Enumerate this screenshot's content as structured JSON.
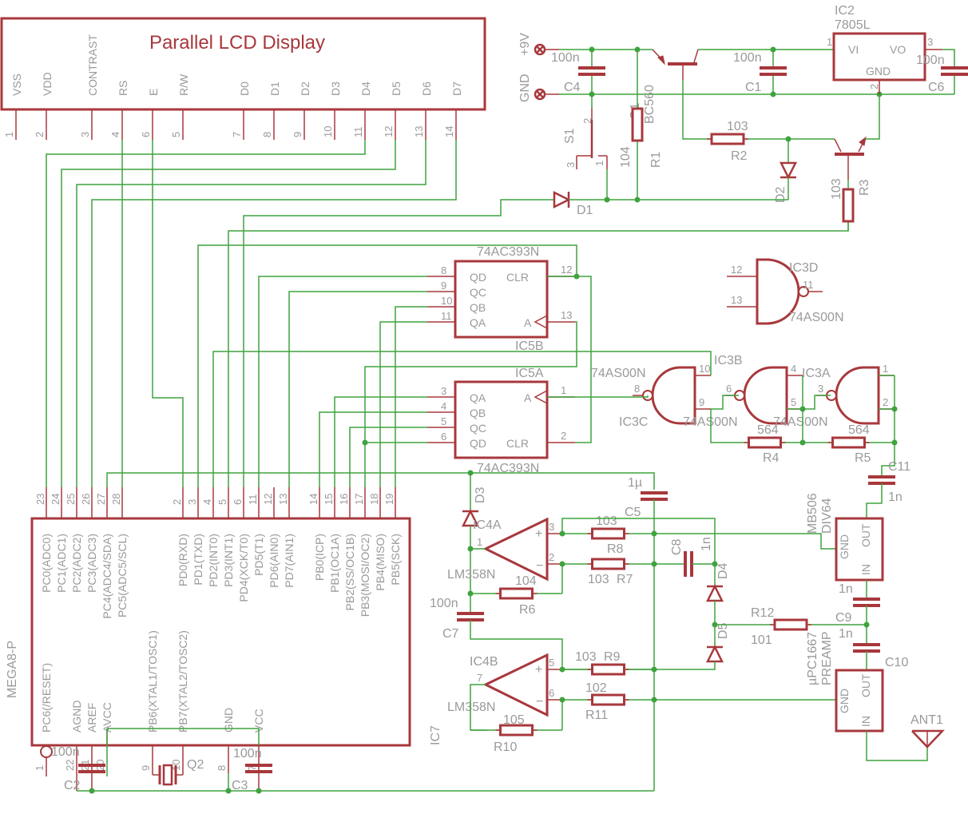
{
  "colors": {
    "component": "#a8383c",
    "wire": "#3fa33f",
    "label": "#9a9a9a"
  },
  "lcd": {
    "title": "Parallel LCD Display",
    "pins": [
      {
        "name": "VSS",
        "num": "1"
      },
      {
        "name": "VDD",
        "num": "2"
      },
      {
        "name": "CONTRAST",
        "num": "3"
      },
      {
        "name": "RS",
        "num": "4"
      },
      {
        "name": "E",
        "num": "6"
      },
      {
        "name": "R/W",
        "num": "5"
      },
      {
        "name": "D0",
        "num": "7"
      },
      {
        "name": "D1",
        "num": "8"
      },
      {
        "name": "D2",
        "num": "9"
      },
      {
        "name": "D3",
        "num": "10"
      },
      {
        "name": "D4",
        "num": "11"
      },
      {
        "name": "D5",
        "num": "12"
      },
      {
        "name": "D6",
        "num": "13"
      },
      {
        "name": "D7",
        "num": "14"
      }
    ]
  },
  "mcu": {
    "name": "MEGA8-P",
    "ref": "IC7",
    "top_pins": [
      {
        "name": "PC0(ADC0)",
        "num": "23"
      },
      {
        "name": "PC1(ADC1)",
        "num": "24"
      },
      {
        "name": "PC2(ADC2)",
        "num": "25"
      },
      {
        "name": "PC3(ADC3)",
        "num": "26"
      },
      {
        "name": "PC4(ADC4/SDA)",
        "num": "27"
      },
      {
        "name": "PC5(ADC5/SCL)",
        "num": "28"
      },
      {
        "name": "PD0(RXD)",
        "num": "2"
      },
      {
        "name": "PD1(TXD)",
        "num": "3"
      },
      {
        "name": "PD2(INT0)",
        "num": "4"
      },
      {
        "name": "PD3(INT1)",
        "num": "5"
      },
      {
        "name": "PD4(XCK/T0)",
        "num": "6"
      },
      {
        "name": "PD5(T1)",
        "num": "11"
      },
      {
        "name": "PD6(AIN0)",
        "num": "12"
      },
      {
        "name": "PD7(AIN1)",
        "num": "13"
      },
      {
        "name": "PB0(ICP)",
        "num": "14"
      },
      {
        "name": "PB1(OC1A)",
        "num": "15"
      },
      {
        "name": "PB2(SS/OC1B)",
        "num": "16"
      },
      {
        "name": "PB3(MOSI/OC2)",
        "num": "17"
      },
      {
        "name": "PB4(MISO)",
        "num": "18"
      },
      {
        "name": "PB5(SCK)",
        "num": "19"
      }
    ],
    "bottom_pins": [
      {
        "name": "PC6(/RESET)",
        "num": "1"
      },
      {
        "name": "AGND",
        "num": "22"
      },
      {
        "name": "AREF",
        "num": "21"
      },
      {
        "name": "AVCC",
        "num": "20"
      },
      {
        "name": "PB6(XTAL1/TOSC1)",
        "num": "9"
      },
      {
        "name": "PB7(XTAL2/TOSC2)",
        "num": "10"
      },
      {
        "name": "GND",
        "num": "8"
      },
      {
        "name": "VCC",
        "num": "7"
      }
    ]
  },
  "power": {
    "plus9v": "+9V",
    "gnd": "GND",
    "C4": {
      "ref": "C4",
      "value": "100n"
    },
    "C1": {
      "ref": "C1",
      "value": "100n"
    },
    "C6": {
      "ref": "C6",
      "value": "100n"
    },
    "S1": {
      "ref": "S1",
      "pins": [
        "2",
        "3",
        "1"
      ]
    },
    "Q1": {
      "ref": "Q1",
      "value": "BC560"
    },
    "R1": {
      "ref": "R1",
      "value": "104"
    },
    "R2": {
      "ref": "R2",
      "value": "103"
    },
    "R3": {
      "ref": "R3",
      "value": "103"
    },
    "D1": {
      "ref": "D1"
    },
    "D2": {
      "ref": "D2"
    },
    "IC2": {
      "ref": "IC2",
      "value": "7805L",
      "vi": "VI",
      "vo": "VO",
      "gnd": "GND",
      "pins": [
        "1",
        "3",
        "2"
      ]
    }
  },
  "counters": {
    "IC5B": {
      "ref": "IC5B",
      "value": "74AC393N",
      "pins": [
        {
          "name": "QD",
          "num": "8"
        },
        {
          "name": "QC",
          "num": "9"
        },
        {
          "name": "QB",
          "num": "10"
        },
        {
          "name": "QA",
          "num": "11"
        }
      ],
      "clr": "CLR",
      "clr_num": "12",
      "a": "A",
      "a_num": "13"
    },
    "IC5A": {
      "ref": "IC5A",
      "value": "74AC393N",
      "pins": [
        {
          "name": "QA",
          "num": "3"
        },
        {
          "name": "QB",
          "num": "4"
        },
        {
          "name": "QC",
          "num": "5"
        },
        {
          "name": "QD",
          "num": "6"
        }
      ],
      "clr": "CLR",
      "clr_num": "2",
      "a": "A",
      "a_num": "1"
    }
  },
  "gates": {
    "IC3D": {
      "ref": "IC3D",
      "value": "74AS00N",
      "in1": "12",
      "in2": "13",
      "out": "11"
    },
    "IC3C": {
      "ref": "IC3C",
      "value": "74AS00N",
      "in1": "10",
      "in2": "9",
      "out": "8"
    },
    "IC3B": {
      "ref": "IC3B",
      "value": "74AS00N",
      "in1": "4",
      "in2": "5",
      "out": "6"
    },
    "IC3A": {
      "ref": "IC3A",
      "value": "74AS00N",
      "in1": "1",
      "in2": "2",
      "out": "3"
    },
    "R4": {
      "ref": "R4",
      "value": "564"
    },
    "R5": {
      "ref": "R5",
      "value": "564"
    },
    "C11": {
      "ref": "C11",
      "value": "1n"
    }
  },
  "analog": {
    "C5": {
      "ref": "C5",
      "value": "1µ"
    },
    "D3": {
      "ref": "D3"
    },
    "D4": {
      "ref": "D4"
    },
    "D5": {
      "ref": "D5"
    },
    "IC4A": {
      "ref": "IC4A",
      "value": "LM358N",
      "pins": [
        "3",
        "2",
        "1"
      ]
    },
    "IC4B": {
      "ref": "IC4B",
      "value": "LM358N",
      "pins": [
        "5",
        "6",
        "7"
      ]
    },
    "R6": {
      "ref": "R6",
      "value": "104"
    },
    "R8": {
      "ref": "R8",
      "value": "103"
    },
    "R7": {
      "ref": "R7",
      "value": "103"
    },
    "R9": {
      "ref": "R9",
      "value": "103"
    },
    "R11": {
      "ref": "R11",
      "value": "102"
    },
    "R10": {
      "ref": "R10",
      "value": "105"
    },
    "R12": {
      "ref": "R12",
      "value": "101"
    },
    "C7": {
      "ref": "C7",
      "value": "100n"
    },
    "C8": {
      "ref": "C8",
      "value": "1n"
    },
    "C9": {
      "ref": "C9",
      "value": "1n"
    },
    "C10": {
      "ref": "C10",
      "value": "1n"
    },
    "MB506": {
      "ref": "MB506",
      "value": "DIV64",
      "gnd": "GND",
      "out": "OUT",
      "in": "IN"
    },
    "PREAMP": {
      "ref": "µPC1667",
      "value": "PREAMP",
      "gnd": "GND",
      "out": "OUT",
      "in": "IN"
    },
    "ANT1": {
      "ref": "ANT1"
    }
  },
  "mcu_support": {
    "C2": {
      "ref": "C2",
      "value": "100n"
    },
    "C3": {
      "ref": "C3",
      "value": "100n"
    },
    "Q2": {
      "ref": "Q2"
    }
  }
}
